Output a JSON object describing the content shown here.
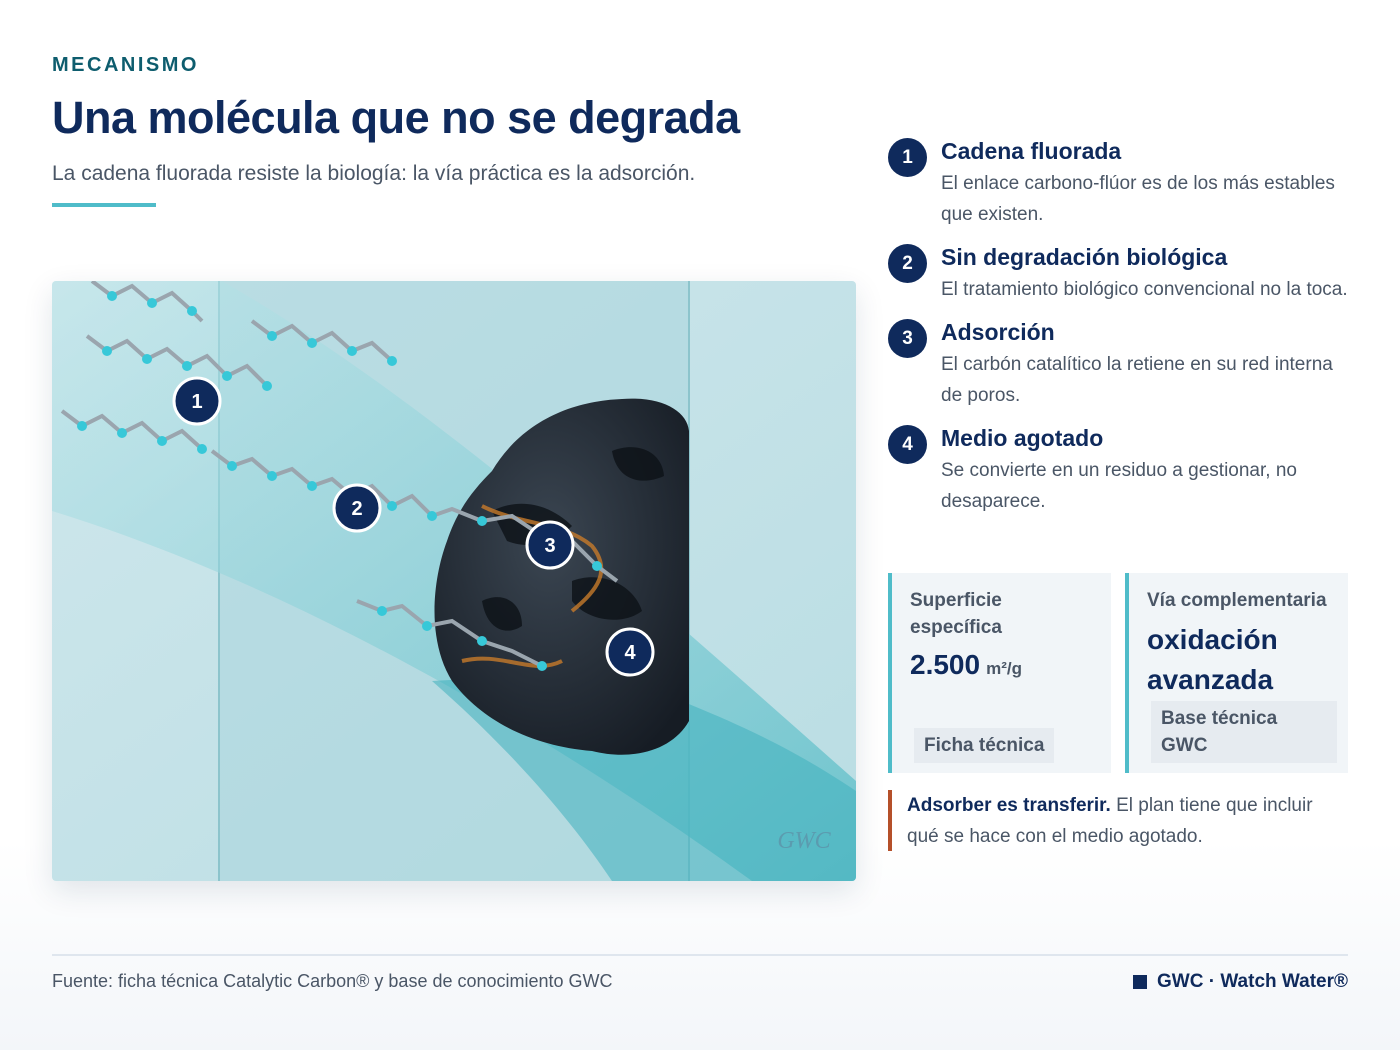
{
  "header": {
    "eyebrow": "MECANISMO",
    "title": "Una molécula que no se degrada",
    "subtitle": "La cadena fluorada resiste la biología: la vía práctica es la adsorción."
  },
  "illustration": {
    "markers": [
      "1",
      "2",
      "3",
      "4"
    ],
    "watermark": "GWC"
  },
  "steps": [
    {
      "num": "1",
      "title": "Cadena fluorada",
      "text": "El enlace carbono-flúor es de los más estables que existen."
    },
    {
      "num": "2",
      "title": "Sin degradación biológica",
      "text": "El tratamiento biológico convencional no la toca."
    },
    {
      "num": "3",
      "title": "Adsorción",
      "text": "El carbón catalítico la retiene en su red interna de poros."
    },
    {
      "num": "4",
      "title": "Medio agotado",
      "text": "Se convierte en un residuo a gestionar, no desaparece."
    }
  ],
  "cards": [
    {
      "label": "Superficie específica",
      "value": "2.500",
      "unit": "m²/g",
      "tag": "Ficha técnica"
    },
    {
      "label": "Vía complementaria",
      "value": "oxidación avanzada",
      "tag": "Base técnica GWC"
    }
  ],
  "callout": {
    "bold": "Adsorber es transferir.",
    "text": " El plan tiene que incluir qué se hace con el medio agotado."
  },
  "footer": {
    "source": "Fuente: ficha técnica Catalytic Carbon® y base de conocimiento GWC",
    "brand": "GWC · Watch Water®"
  },
  "colors": {
    "navy": "#0f2a5c",
    "teal": "#4fbcc9",
    "rust": "#b5502a",
    "gray_text": "#4a5666"
  }
}
